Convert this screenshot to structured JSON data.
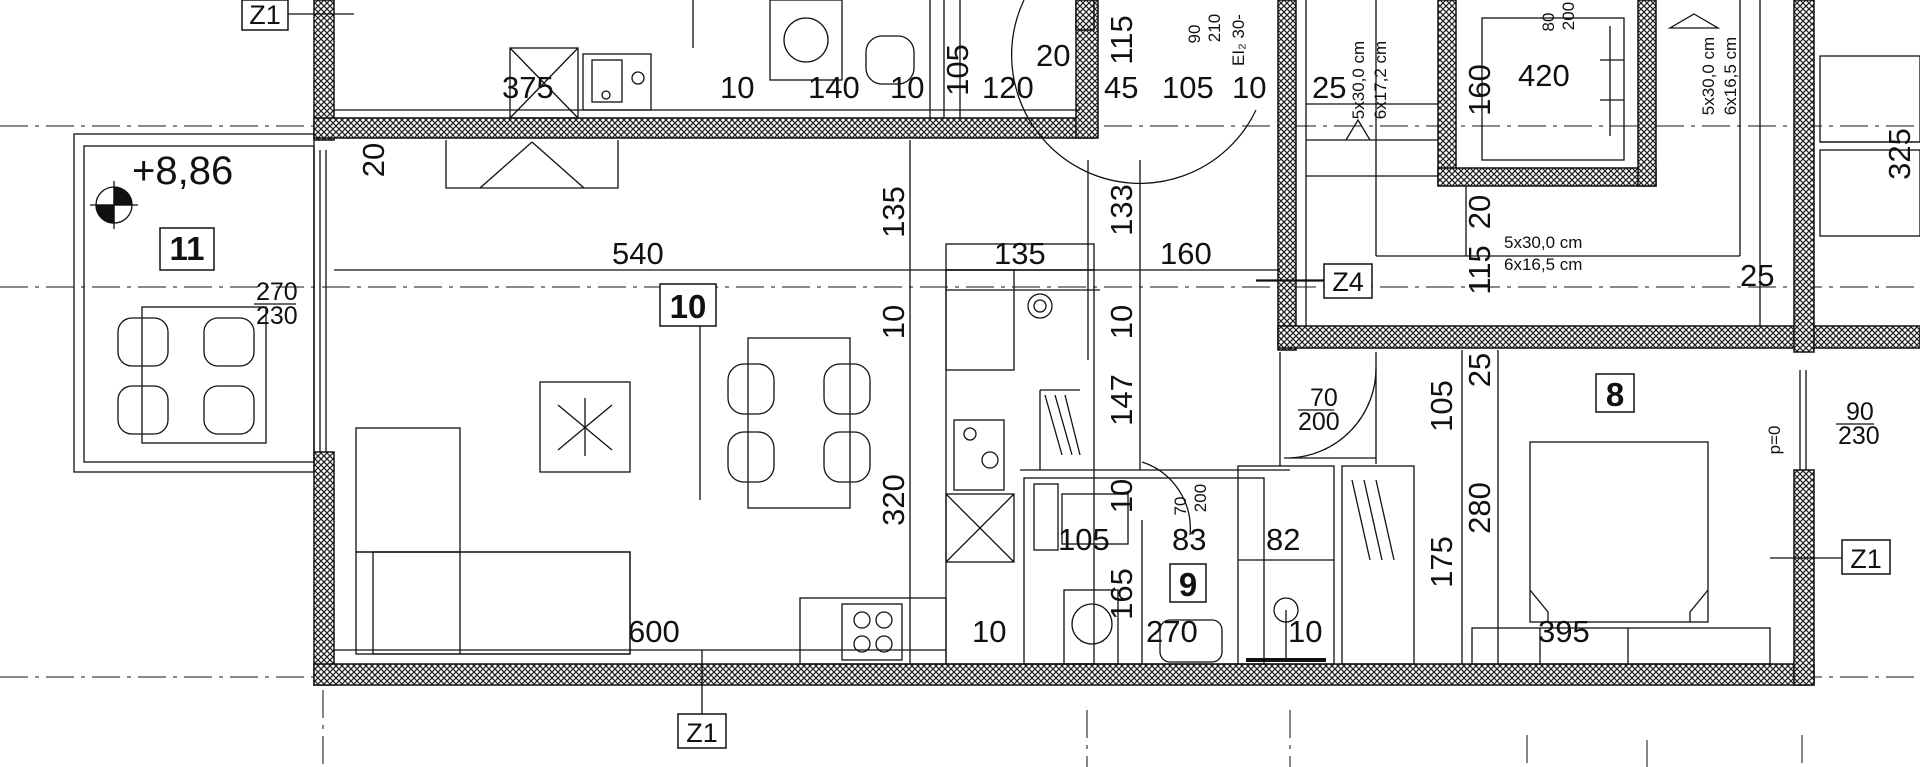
{
  "rooms": [
    {
      "id": "room-11",
      "label": "11"
    },
    {
      "id": "room-10",
      "label": "10"
    },
    {
      "id": "room-9",
      "label": "9"
    },
    {
      "id": "room-8",
      "label": "8"
    }
  ],
  "elevation": "+8,86",
  "tags": [
    "Z1",
    "Z1",
    "Z1",
    "Z4"
  ],
  "dims": [
    "375",
    "10",
    "140",
    "10",
    "105",
    "120",
    "20",
    "115",
    "45",
    "105",
    "10",
    "25",
    "20",
    "135",
    "540",
    "135",
    "133",
    "160",
    "10",
    "10",
    "147",
    "320",
    "10",
    "105",
    "83",
    "82",
    "165",
    "270",
    "10",
    "600",
    "10",
    "105",
    "280",
    "175",
    "25",
    "395",
    "420",
    "160",
    "20",
    "115",
    "25",
    "325"
  ],
  "openings": [
    {
      "num": "270",
      "den": "230"
    },
    {
      "num": "70",
      "den": "200"
    },
    {
      "num": "90",
      "den": "230"
    },
    {
      "num": "70",
      "den": "200"
    },
    {
      "num": "80",
      "den": "200"
    }
  ],
  "stairs": [
    "5x30,0 cm",
    "6x17,2 cm",
    "5x30,0 cm",
    "6x16,5 cm",
    "5x30,0 cm",
    "6x16,5 cm"
  ],
  "door_note": [
    "90",
    "210",
    "EI₂ 30-"
  ],
  "window_note": "p=0",
  "colors": {
    "line": "#111111",
    "wall": "#222222",
    "axis": "#444444"
  }
}
